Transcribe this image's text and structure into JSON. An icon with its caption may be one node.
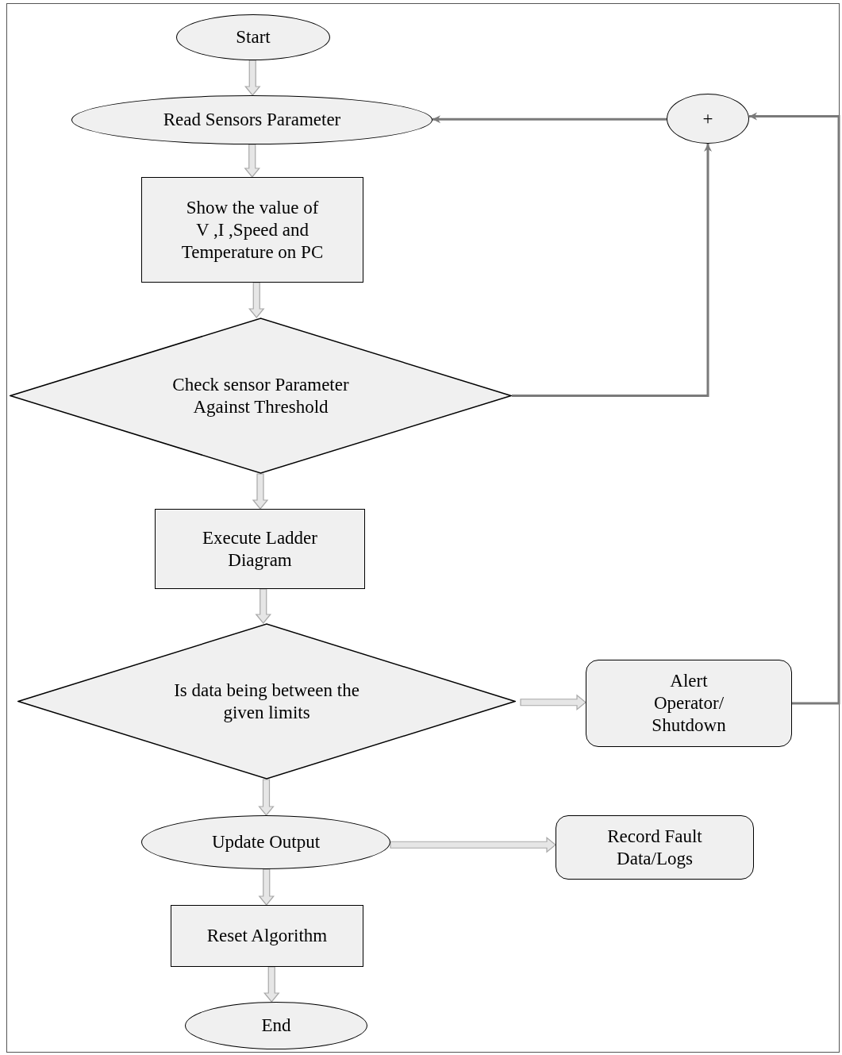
{
  "diagram": {
    "nodes": [
      {
        "text": [
          "Start"
        ]
      },
      {
        "text": [
          "Read Sensors Parameter"
        ]
      },
      {
        "text": [
          "+"
        ]
      },
      {
        "text": [
          "Show the value of V ,I ,Speed and Temperature on PC"
        ]
      },
      {
        "text": [
          "Check sensor Parameter Against Threshold"
        ]
      },
      {
        "text": [
          "Execute Ladder Diagram"
        ]
      },
      {
        "text": [
          "Is data being between the given limits"
        ]
      },
      {
        "text": [
          "Alert Operator/ Shutdown"
        ]
      },
      {
        "text": [
          "Update Output"
        ]
      },
      {
        "text": [
          "Record Fault Data/Logs"
        ]
      },
      {
        "text": [
          "Reset Algorithm"
        ]
      },
      {
        "text": [
          "End"
        ]
      }
    ],
    "edges": [
      {
        "from": 0,
        "to": 1,
        "arrow": "to",
        "style": "thick"
      },
      {
        "from": 1,
        "to": 3,
        "arrow": "to",
        "style": "thick"
      },
      {
        "from": 3,
        "to": 4,
        "arrow": "to",
        "style": "thick"
      },
      {
        "from": 4,
        "to": 5,
        "arrow": "to",
        "style": "thick"
      },
      {
        "from": 5,
        "to": 6,
        "arrow": "to",
        "style": "thick"
      },
      {
        "from": 6,
        "to": 7,
        "arrow": "to",
        "style": "thick"
      },
      {
        "from": 6,
        "to": 8,
        "arrow": "to",
        "style": "thick"
      },
      {
        "from": 8,
        "to": 9,
        "arrow": "to",
        "style": "thick"
      },
      {
        "from": 8,
        "to": 10,
        "arrow": "to",
        "style": "thick"
      },
      {
        "from": 10,
        "to": 11,
        "arrow": "to",
        "style": "thick"
      },
      {
        "from": 2,
        "to": 1,
        "arrow": "to",
        "color": "#7a7a7a"
      },
      {
        "from": 4,
        "to": 2,
        "arrow": "to",
        "color": "#7a7a7a"
      },
      {
        "from": 7,
        "to": 2,
        "arrow": "to",
        "color": "#7a7a7a"
      }
    ]
  }
}
